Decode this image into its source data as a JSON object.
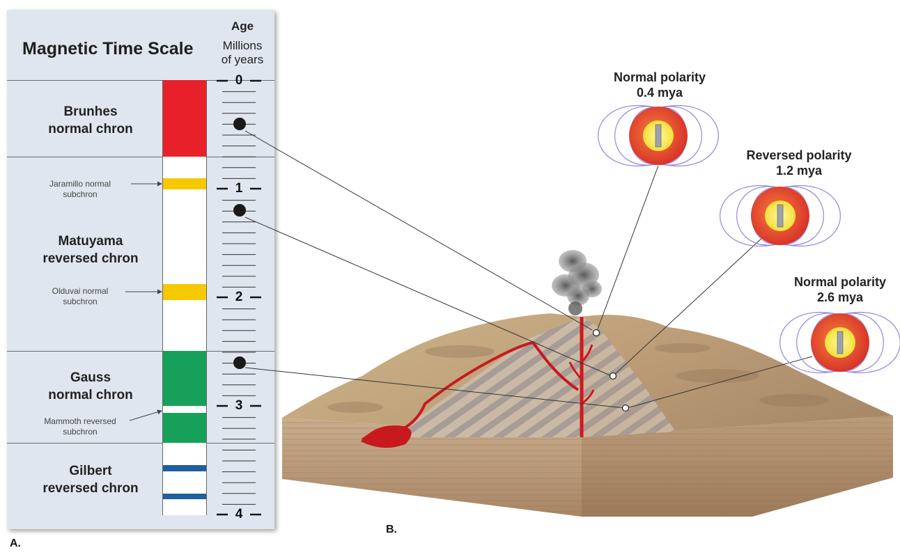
{
  "panel_a": {
    "label": "A.",
    "title": "Magnetic Time Scale",
    "age_header": {
      "line1": "Age",
      "line2": "Millions",
      "line3": "of years"
    },
    "age_ticks": [
      "0",
      "1",
      "2",
      "3",
      "4"
    ],
    "chrons": [
      {
        "line1": "Brunhes",
        "line2": "normal chron"
      },
      {
        "line1": "Matuyama",
        "line2": "reversed chron"
      },
      {
        "line1": "Gauss",
        "line2": "normal chron"
      },
      {
        "line1": "Gilbert",
        "line2": "reversed chron"
      }
    ],
    "subchrons": [
      {
        "line1": "Jaramillo normal",
        "line2": "subchron"
      },
      {
        "line1": "Olduvai normal",
        "line2": "subchron"
      },
      {
        "line1": "Mammoth reversed",
        "line2": "subchron"
      }
    ],
    "colors": {
      "normal_brunhes": "#e8202a",
      "subchron": "#f5c800",
      "normal_gauss": "#17a05a",
      "gilbert_normal": "#1f5fa0",
      "reversed": "#ffffff"
    }
  },
  "panel_b": {
    "label": "B.",
    "polarities": [
      {
        "line1": "Normal polarity",
        "line2": "0.4 mya"
      },
      {
        "line1": "Reversed polarity",
        "line2": "1.2 mya"
      },
      {
        "line1": "Normal polarity",
        "line2": "2.6 mya"
      }
    ]
  }
}
